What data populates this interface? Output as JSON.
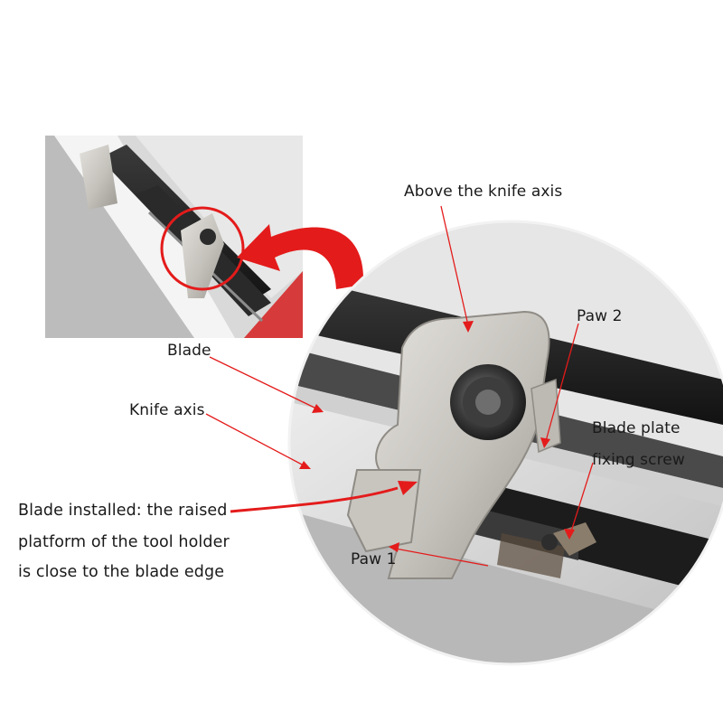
{
  "labels": {
    "above_knife_axis": "Above the knife axis",
    "paw_2": "Paw 2",
    "blade": "Blade",
    "knife_axis": "Knife axis",
    "blade_plate_line1": "Blade plate",
    "blade_plate_line2": "fixing screw",
    "blade_installed_line1": "Blade installed: the raised",
    "blade_installed_line2": "platform of the tool holder",
    "blade_installed_line3": "is close to the blade edge",
    "paw_1": "Paw 1"
  },
  "colors": {
    "annotation_red": "#e41b1b",
    "steel_light": "#cfcfcf",
    "steel_dark": "#1f1f1f",
    "background": "#ffffff"
  }
}
